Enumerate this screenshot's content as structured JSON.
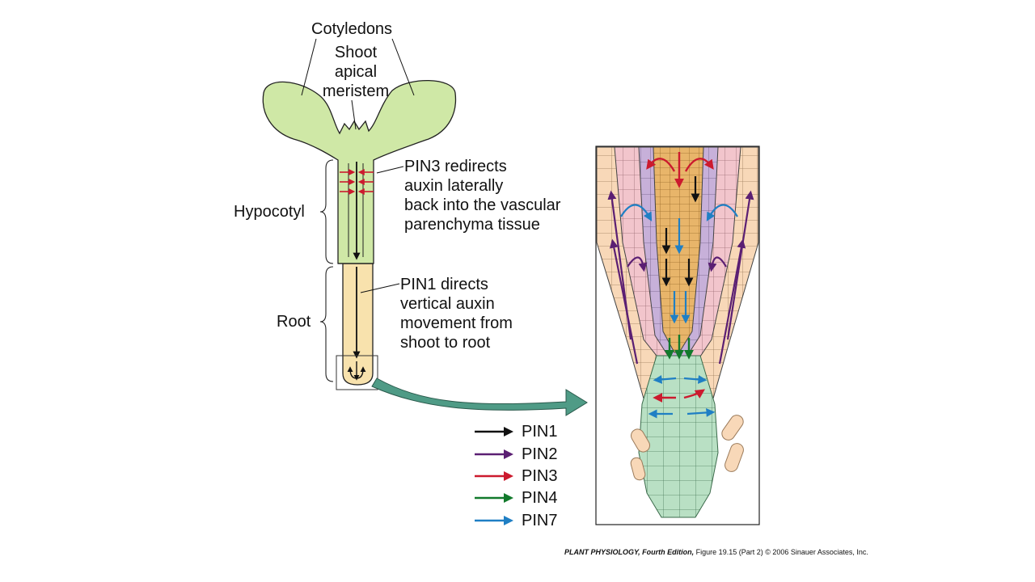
{
  "labels": {
    "cotyledons": "Cotyledons",
    "shoot_apical_meristem": [
      "Shoot",
      "apical",
      "meristem"
    ],
    "hypocotyl": "Hypocotyl",
    "root": "Root",
    "pin3_note": [
      "PIN3 redirects",
      "auxin laterally",
      "back into the vascular",
      "parenchyma tissue"
    ],
    "pin1_note": [
      "PIN1 directs",
      "vertical auxin",
      "movement from",
      "shoot to root"
    ]
  },
  "legend": [
    {
      "label": "PIN1",
      "color": "#111111"
    },
    {
      "label": "PIN2",
      "color": "#5b1f73"
    },
    {
      "label": "PIN3",
      "color": "#cc1a2e"
    },
    {
      "label": "PIN4",
      "color": "#127a2c"
    },
    {
      "label": "PIN7",
      "color": "#1f7fc4"
    }
  ],
  "caption": {
    "title": "PLANT PHYSIOLOGY, Fourth Edition,",
    "figure": " Figure 19.15 (Part 2)",
    "copyright": "  © 2006 Sinauer Associates, Inc."
  },
  "colors": {
    "shoot_green": "#cfe8a6",
    "root_yellow": "#f8e2ad",
    "vascular_orange": "#e8b56a",
    "pericycle_purple": "#c7b0d9",
    "endodermis_pink": "#f2c5cc",
    "epidermis_peach": "#f8d8b8",
    "columella_green": "#b9e0c4",
    "pointer_teal": "#4f9b86"
  }
}
